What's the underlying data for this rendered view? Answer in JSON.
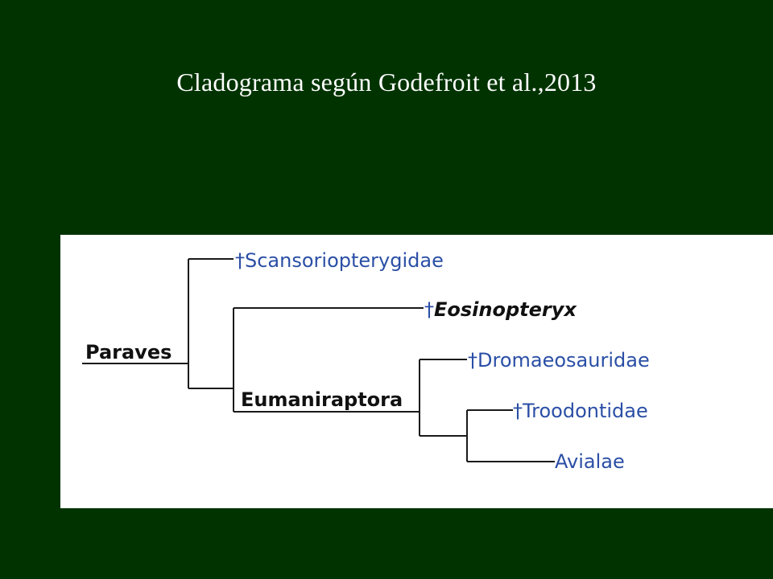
{
  "slide": {
    "title": "Cladograma según Godefroit et al.,2013"
  },
  "tree": {
    "dagger": "†",
    "nodes": {
      "paraves": "Paraves",
      "eumaniraptora": "Eumaniraptora"
    },
    "taxa": {
      "scansoriopterygidae": "Scansoriopterygidae",
      "eosinopteryx": "Eosinopteryx",
      "dromaeosauridae": "Dromaeosauridae",
      "troodontidae": "Troodontidae",
      "avialae": "Avialae"
    },
    "colors": {
      "taxon_text": "#2b4fa6",
      "node_text": "#111111",
      "background": "#003300"
    }
  }
}
